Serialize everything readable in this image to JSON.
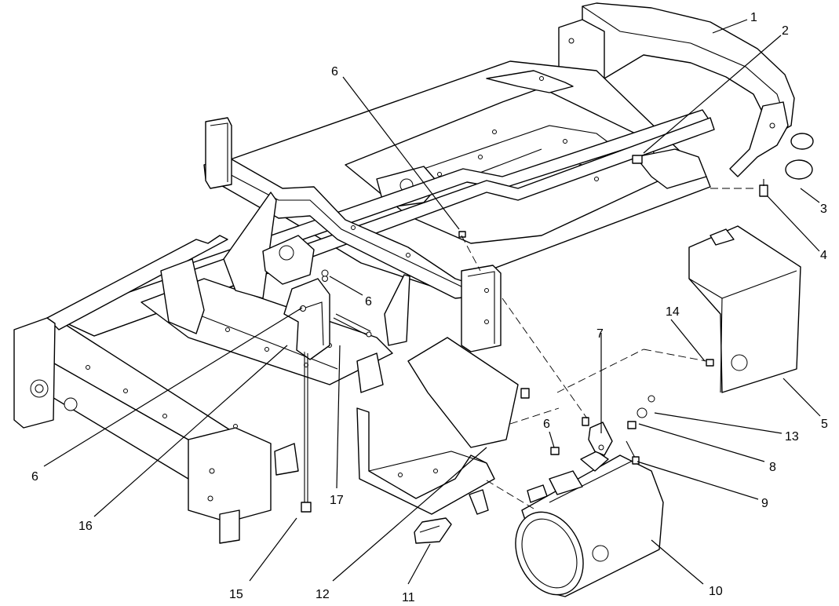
{
  "callouts": [
    {
      "id": "c1",
      "label": "1"
    },
    {
      "id": "c2",
      "label": "2"
    },
    {
      "id": "c3",
      "label": "3"
    },
    {
      "id": "c4",
      "label": "4"
    },
    {
      "id": "c5",
      "label": "5"
    },
    {
      "id": "c6a",
      "label": "6"
    },
    {
      "id": "c6b",
      "label": "6"
    },
    {
      "id": "c6c",
      "label": "6"
    },
    {
      "id": "c6d",
      "label": "6"
    },
    {
      "id": "c7",
      "label": "7"
    },
    {
      "id": "c8",
      "label": "8"
    },
    {
      "id": "c9",
      "label": "9"
    },
    {
      "id": "c10",
      "label": "10"
    },
    {
      "id": "c11",
      "label": "11"
    },
    {
      "id": "c12",
      "label": "12"
    },
    {
      "id": "c13",
      "label": "13"
    },
    {
      "id": "c14",
      "label": "14"
    },
    {
      "id": "c15",
      "label": "15"
    },
    {
      "id": "c16",
      "label": "16"
    },
    {
      "id": "c17",
      "label": "17"
    }
  ]
}
